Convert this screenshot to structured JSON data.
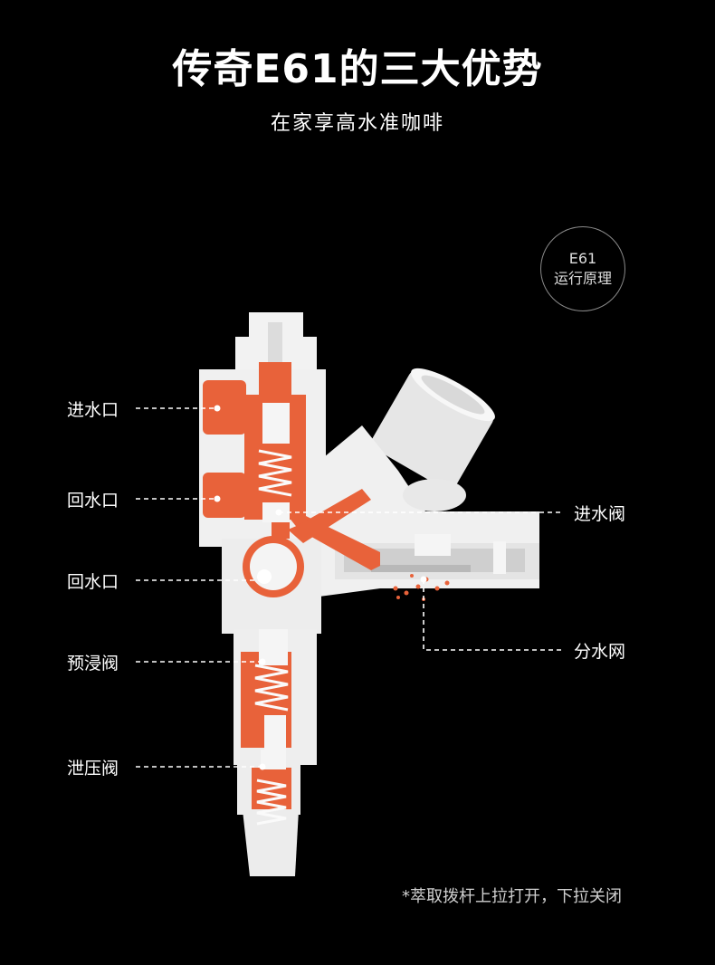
{
  "header": {
    "title": "传奇E61的三大优势",
    "subtitle": "在家享高水准咖啡"
  },
  "badge": {
    "line1": "E61",
    "line2": "运行原理"
  },
  "labels": {
    "inlet": "进水口",
    "return_1": "回水口",
    "return_2": "回水口",
    "preinfusion_valve": "预浸阀",
    "relief_valve": "泄压阀",
    "inlet_valve": "进水阀",
    "shower_screen": "分水网"
  },
  "footnote": "*萃取拨杆上拉打开，下拉关闭",
  "colors": {
    "background": "#000000",
    "body": "#f2f2f2",
    "water": "#e8623a",
    "line": "#ffffff"
  }
}
